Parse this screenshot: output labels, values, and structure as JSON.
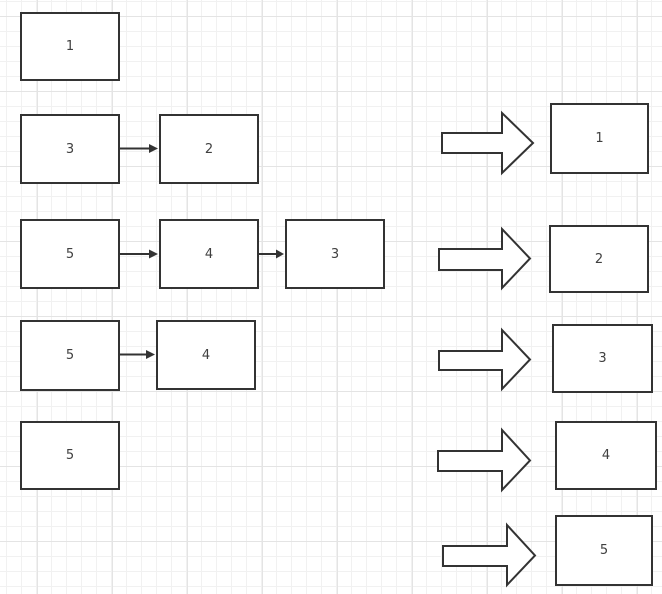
{
  "canvas": {
    "background_color": "#ffffff",
    "grid_minor_color": "#f1f1f1",
    "grid_major_color": "#e4e4e4"
  },
  "style": {
    "shape_fill": "#ffffff",
    "shape_stroke": "#333333",
    "label_color": "#404040"
  },
  "icons": {
    "block_arrow_right": "block arrow pointing right, white fill with dark outline",
    "connector_arrow": "thin line connector with solid triangular arrowhead"
  },
  "left": {
    "rows": [
      {
        "boxes": [
          "1"
        ]
      },
      {
        "boxes": [
          "3",
          "2"
        ]
      },
      {
        "boxes": [
          "5",
          "4",
          "3"
        ]
      },
      {
        "boxes": [
          "5",
          "4"
        ]
      },
      {
        "boxes": [
          "5"
        ]
      }
    ]
  },
  "right": {
    "rows": [
      "1",
      "2",
      "3",
      "4",
      "5"
    ]
  }
}
